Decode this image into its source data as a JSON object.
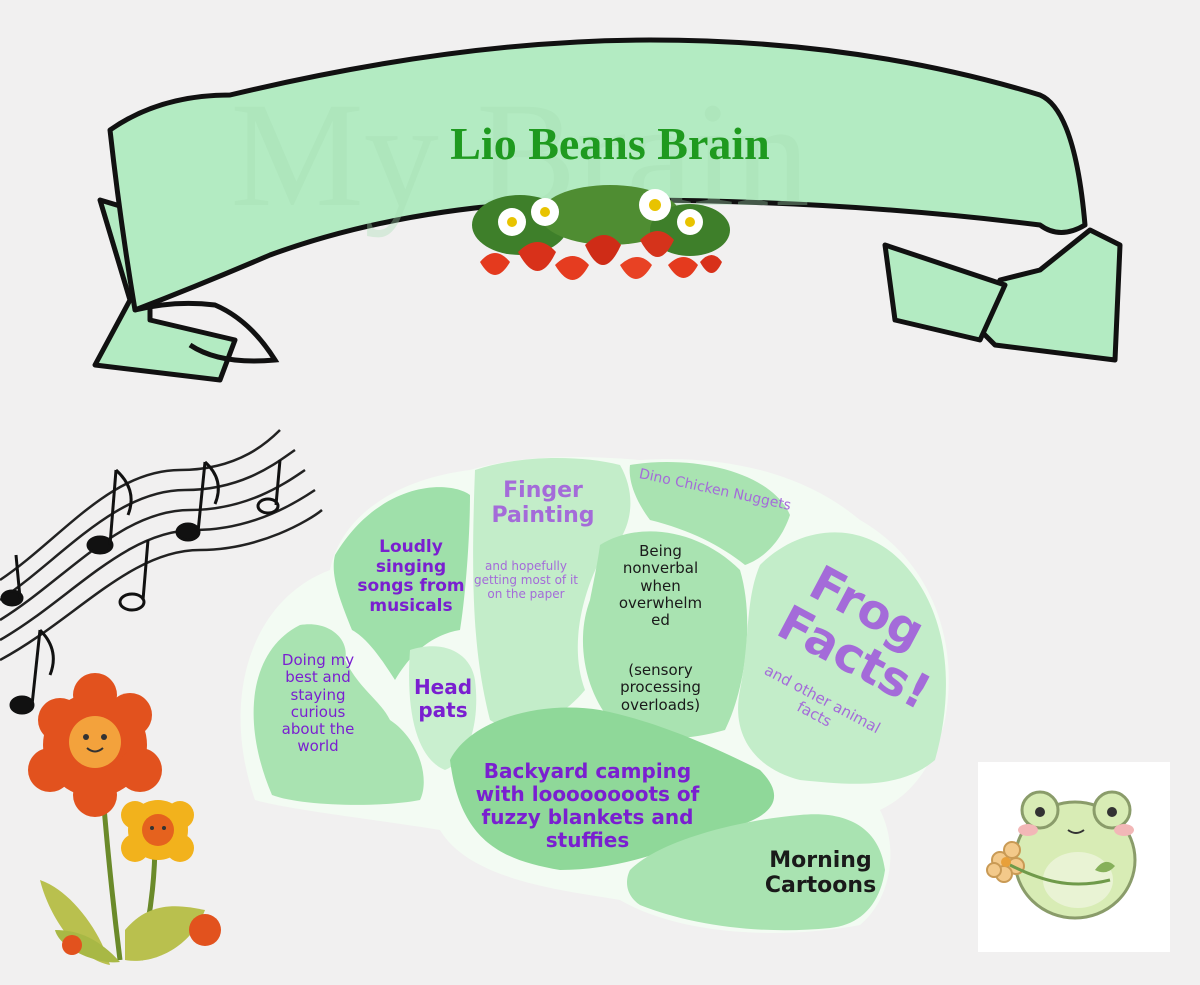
{
  "banner": {
    "title": "Lio Beans Brain"
  },
  "brain": {
    "regions": [
      {
        "id": "loudly",
        "text": "Loudly singing songs from musicals"
      },
      {
        "id": "finger_title",
        "text": "Finger Painting"
      },
      {
        "id": "finger_sub",
        "text": "and hopefully getting most of it on the paper"
      },
      {
        "id": "dino",
        "text": "Dino Chicken Nuggets"
      },
      {
        "id": "nonverbal",
        "text": "Being nonverbal when overwhelm ed"
      },
      {
        "id": "sensory",
        "text": "(sensory processing overloads)"
      },
      {
        "id": "frog_title",
        "text": "Frog Facts!"
      },
      {
        "id": "frog_sub",
        "text": "and other animal facts"
      },
      {
        "id": "doing",
        "text": "Doing my best and staying curious about the world"
      },
      {
        "id": "head",
        "text": "Head pats"
      },
      {
        "id": "camping",
        "text": "Backyard camping with loooooooots of fuzzy blankets and stuffies"
      },
      {
        "id": "cartoons",
        "text": "Morning Cartoons"
      }
    ]
  },
  "decorations": {
    "music_notes": "music-notes-icon",
    "strawberries": "strawberry-icon",
    "flowers": "flower-icon",
    "frog": "frog-icon"
  },
  "colors": {
    "banner_fill": "#b3ebc2",
    "brain_light": "#c3edc9",
    "brain_mid": "#a9e3b1",
    "brain_dark": "#8fd899",
    "title_green": "#1f9a1f",
    "text_purple": "#a46bd9",
    "text_violet": "#7a1fd0"
  }
}
